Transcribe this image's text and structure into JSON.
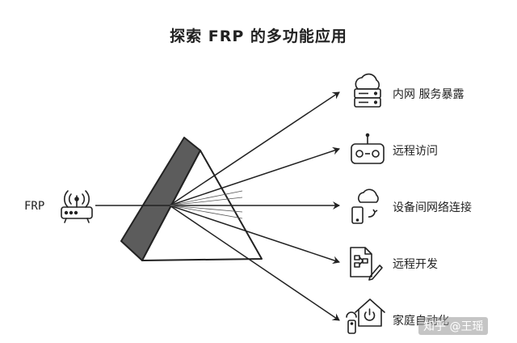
{
  "title": "探索 FRP 的多功能应用",
  "source": {
    "label": "FRP",
    "icon": "router-icon"
  },
  "outputs": [
    {
      "label": "内网 服务暴露",
      "icon": "cloud-server-icon"
    },
    {
      "label": "远程访问",
      "icon": "remote-control-icon"
    },
    {
      "label": "设备间网络连接",
      "icon": "cloud-device-sync-icon"
    },
    {
      "label": "远程开发",
      "icon": "code-document-edit-icon"
    },
    {
      "label": "家庭自动化",
      "icon": "smart-home-icon"
    }
  ],
  "center": {
    "icon": "prism-icon"
  },
  "watermark": "知乎 @王瑶"
}
